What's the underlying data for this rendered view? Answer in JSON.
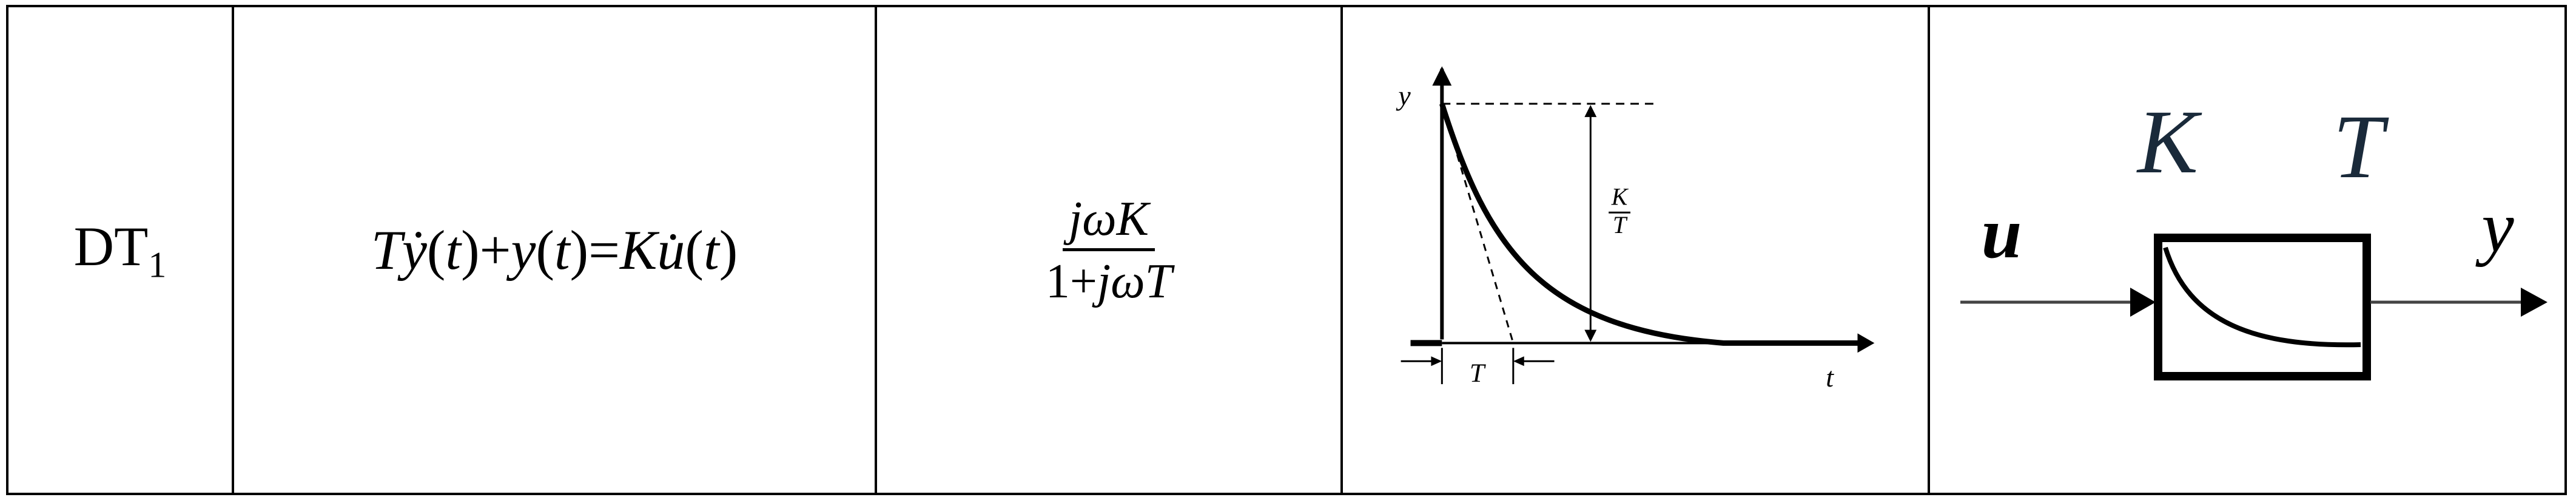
{
  "row": {
    "name_main": "DT",
    "name_sub": "1",
    "equation": {
      "p1": "T",
      "p2": "ẏ",
      "p3": "(",
      "p4": "t",
      "p5": ")+",
      "p6": "y",
      "p7": "(",
      "p8": "t",
      "p9": ")=",
      "p10": "K",
      "p11": "u̇",
      "p12": "(",
      "p13": "t",
      "p14": ")"
    },
    "transfer": {
      "num_j": "j",
      "num_w": "ω",
      "num_k": "K",
      "den_1": "1+",
      "den_j": "j",
      "den_w": "ω",
      "den_t": "T"
    },
    "step_response": {
      "y_label": "y",
      "t_label": "t",
      "T_label": "T",
      "amp_num": "K",
      "amp_den": "T"
    },
    "block": {
      "input_label": "u",
      "output_label": "y",
      "param_k": "K",
      "param_t": "T"
    }
  }
}
